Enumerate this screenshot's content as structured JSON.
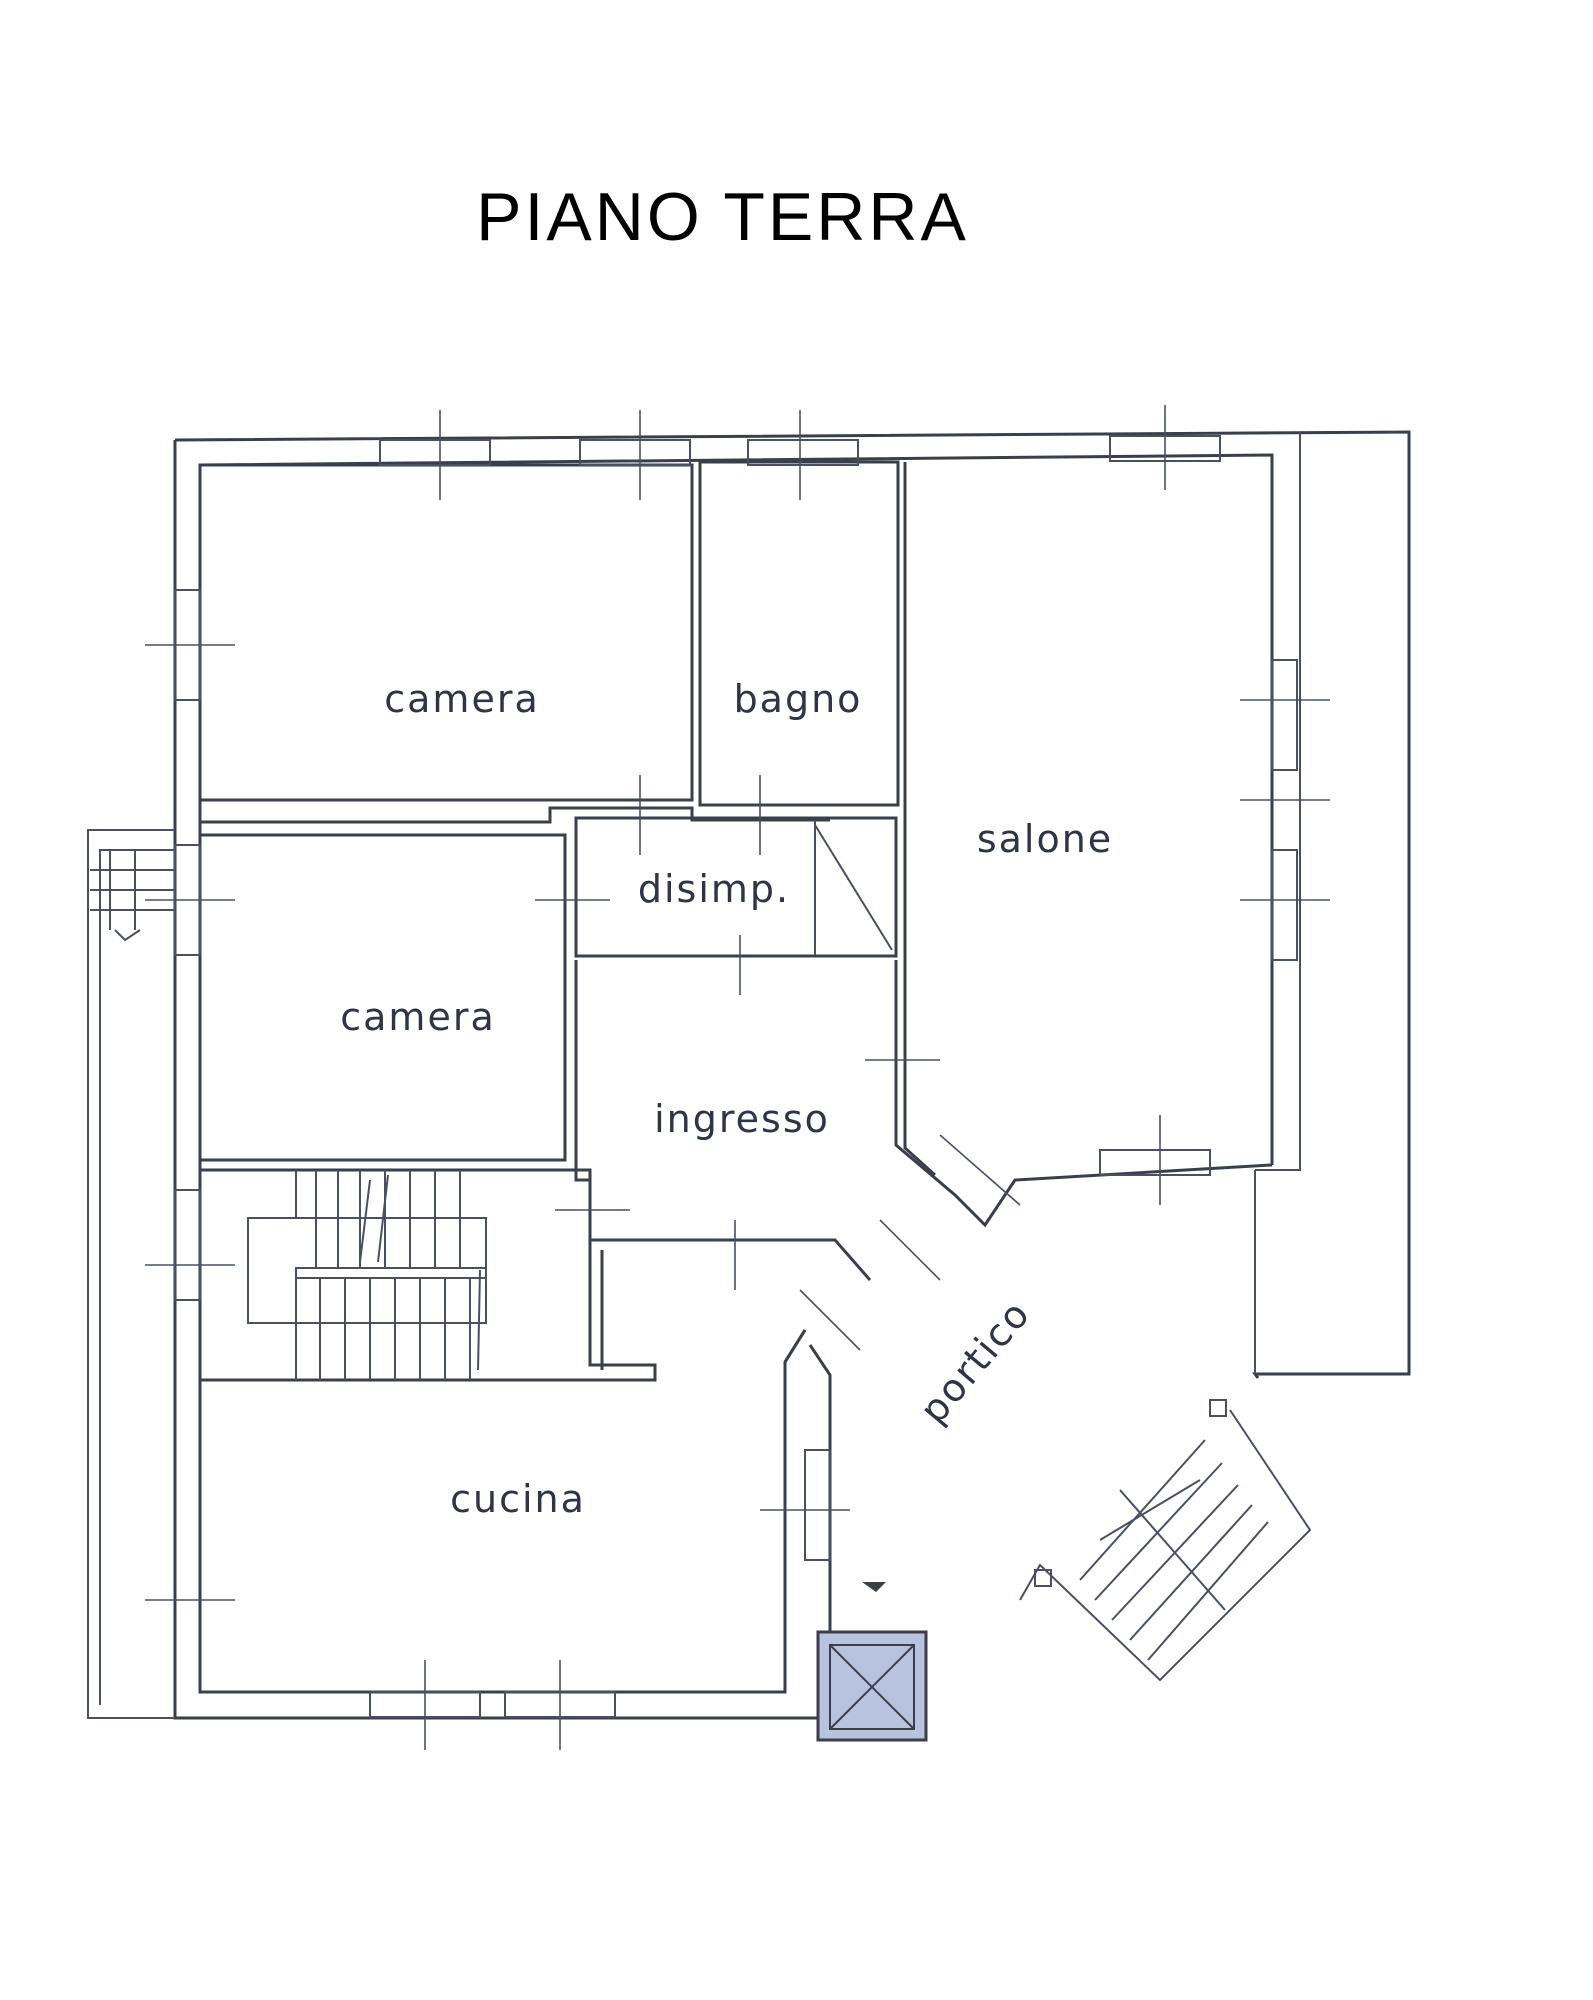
{
  "title": "PIANO  TERRA",
  "rooms": {
    "camera_1": "camera",
    "bagno": "bagno",
    "salone": "salone",
    "disimp": "disimp.",
    "camera_2": "camera",
    "ingresso": "ingresso",
    "portico": "portico",
    "cucina": "cucina"
  },
  "colors": {
    "ink": "#3a3f4a",
    "label": "#2f3544",
    "shaft_fill": "#b8c3df"
  }
}
